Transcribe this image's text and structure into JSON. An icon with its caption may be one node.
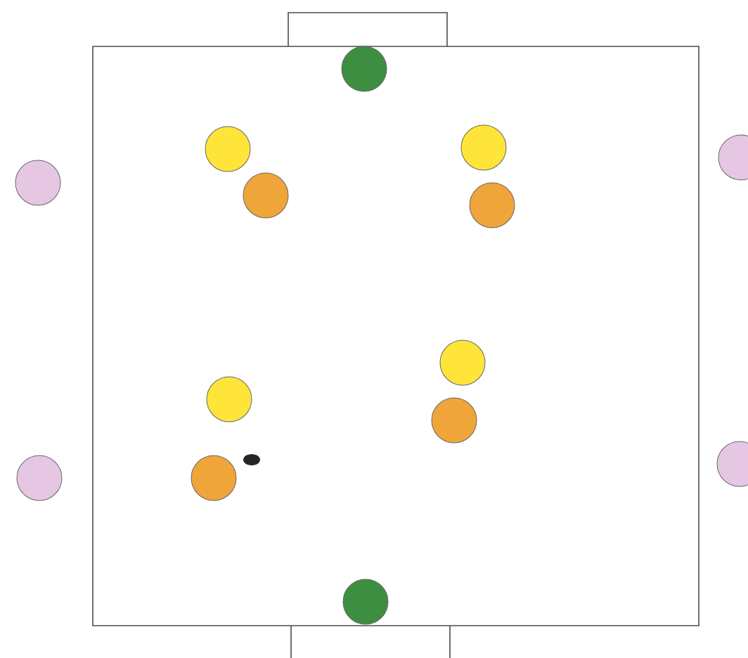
{
  "diagram": {
    "nodes": [
      {
        "text": [],
        "shape": "circle"
      },
      {
        "text": [],
        "shape": "circle"
      },
      {
        "text": [],
        "shape": "circle"
      },
      {
        "text": [],
        "shape": "circle"
      },
      {
        "text": [],
        "shape": "circle"
      },
      {
        "text": [],
        "shape": "circle"
      },
      {
        "text": [],
        "shape": "circle"
      },
      {
        "text": [],
        "shape": "circle"
      },
      {
        "text": [],
        "shape": "circle"
      },
      {
        "text": [],
        "shape": "circle"
      },
      {
        "text": [],
        "shape": "circle"
      },
      {
        "text": [],
        "shape": "circle"
      },
      {
        "text": [],
        "shape": "circle"
      },
      {
        "text": [],
        "shape": "circle"
      }
    ]
  }
}
